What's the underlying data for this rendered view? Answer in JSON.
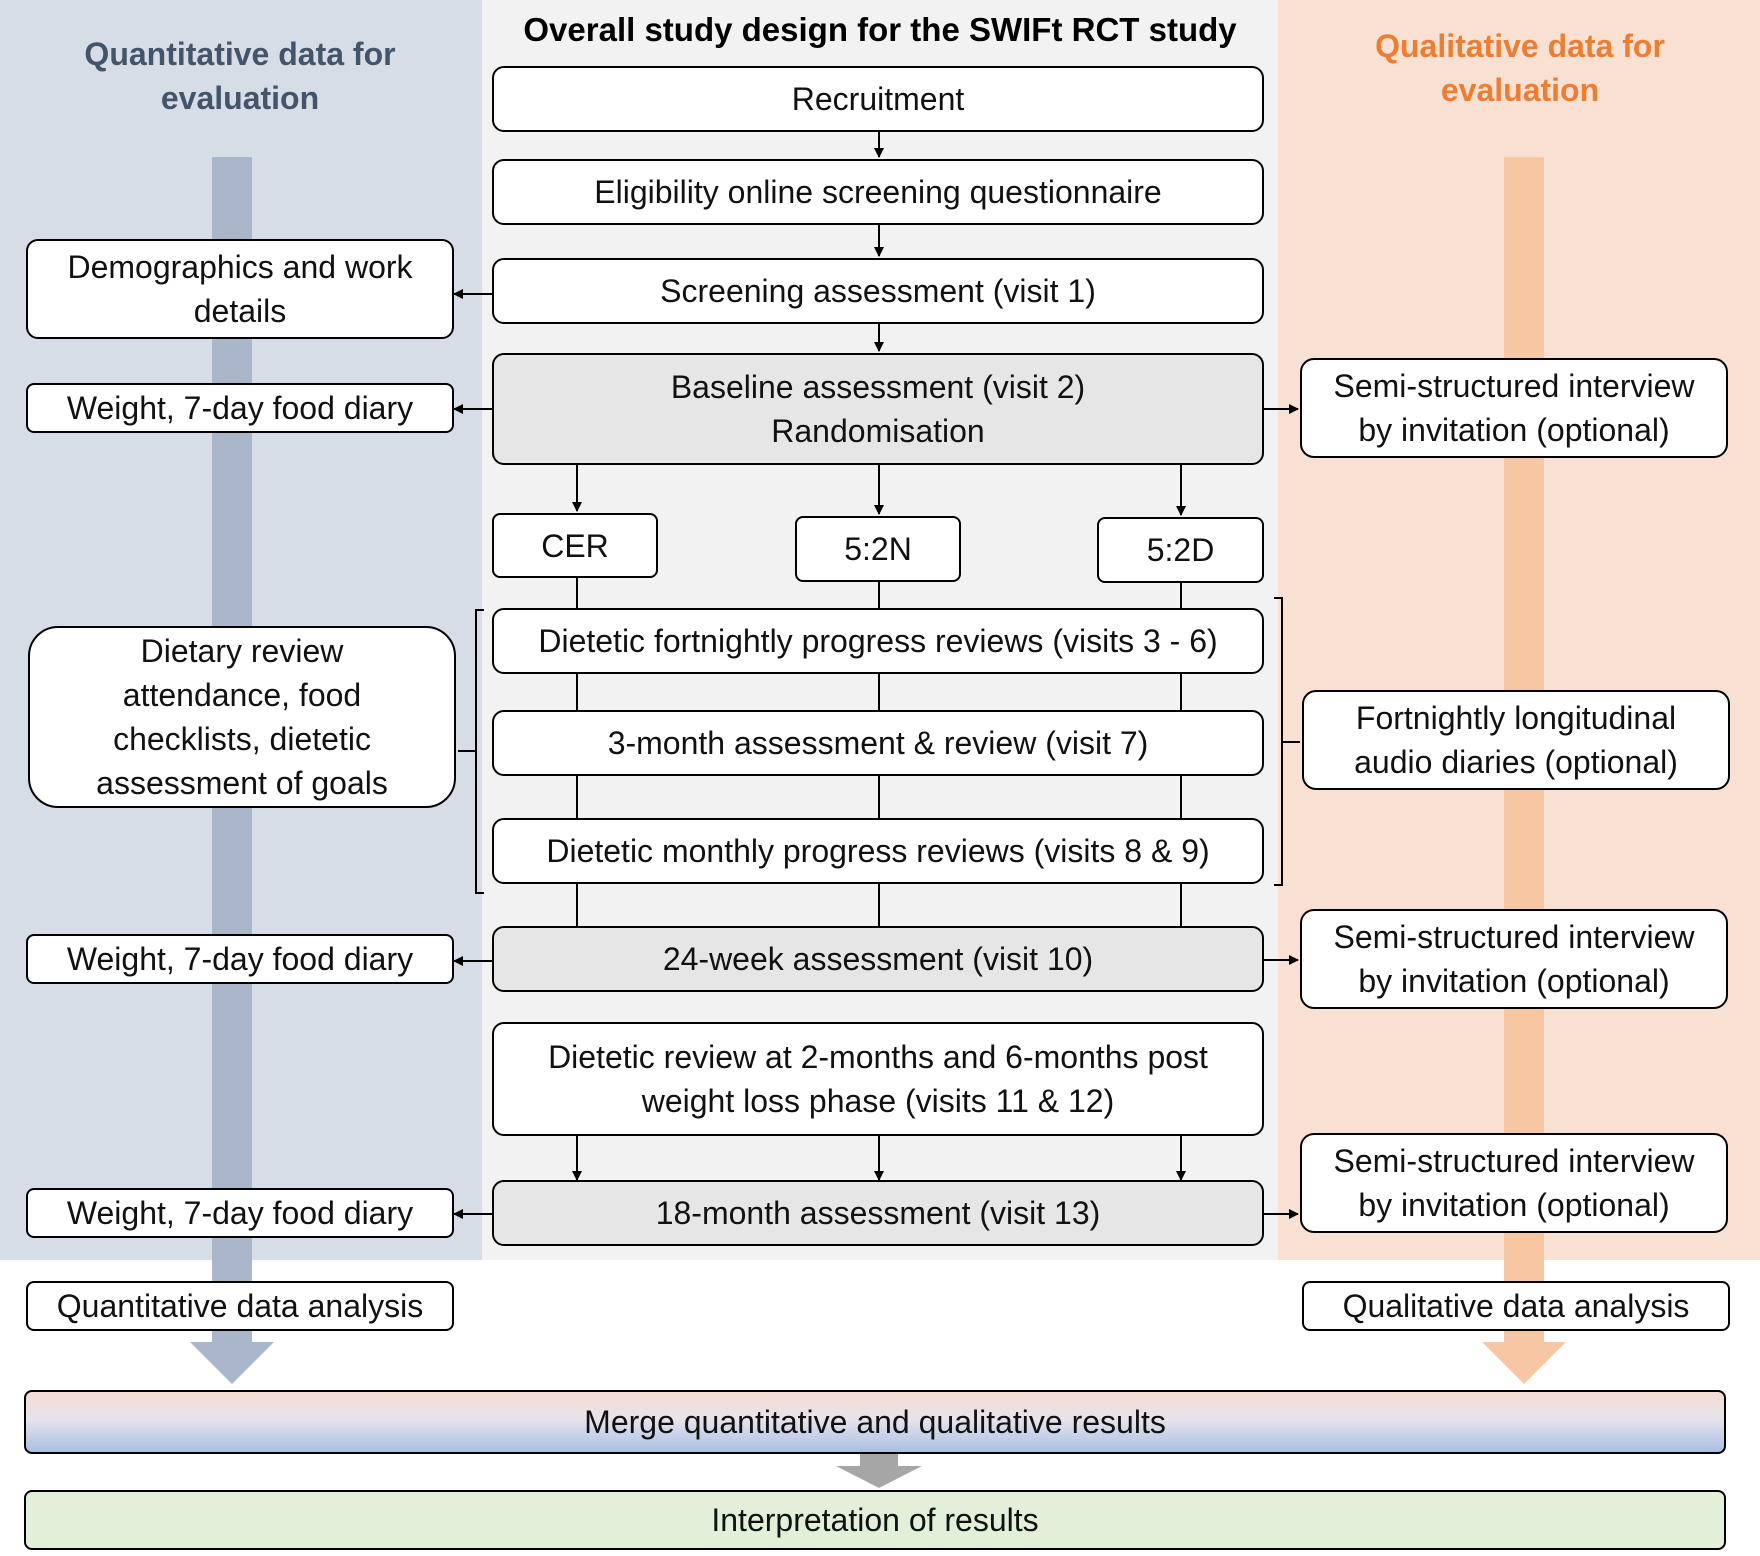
{
  "headings": {
    "left": "Quantitative data for evaluation",
    "center": "Overall study design for the SWIFt RCT study",
    "right": "Qualitative data for evaluation"
  },
  "center_boxes": {
    "recruitment": "Recruitment",
    "eligibility": "Eligibility online screening questionnaire",
    "screening": "Screening assessment (visit 1)",
    "baseline_1": "Baseline assessment (visit 2)",
    "baseline_2": "Randomisation",
    "arm_cer": "CER",
    "arm_52n": "5:2N",
    "arm_52d": "5:2D",
    "fortnightly_reviews": "Dietetic fortnightly progress reviews (visits 3 - 6)",
    "three_month": "3-month assessment & review (visit 7)",
    "monthly_reviews": "Dietetic monthly progress reviews (visits 8 & 9)",
    "week24": "24-week assessment (visit 10)",
    "post_review_1": "Dietetic review at 2-months and 6-months post",
    "post_review_2": "weight loss phase (visits 11 & 12)",
    "month18": "18-month assessment (visit 13)"
  },
  "left_boxes": {
    "demographics_1": "Demographics and work",
    "demographics_2": "details",
    "weight_baseline": "Weight, 7-day food diary",
    "dietary_review_1": "Dietary review",
    "dietary_review_2": "attendance, food",
    "dietary_review_3": "checklists, dietetic",
    "dietary_review_4": "assessment of goals",
    "weight_24w": "Weight, 7-day food diary",
    "weight_18m": "Weight, 7-day food diary",
    "quant_analysis": "Quantitative data analysis"
  },
  "right_boxes": {
    "interview_baseline_1": "Semi-structured interview",
    "interview_baseline_2": "by invitation (optional)",
    "audio_diaries_1": "Fortnightly longitudinal",
    "audio_diaries_2": "audio diaries (optional)",
    "interview_24w_1": "Semi-structured interview",
    "interview_24w_2": "by invitation (optional)",
    "interview_18m_1": "Semi-structured interview",
    "interview_18m_2": "by invitation (optional)",
    "qual_analysis": "Qualitative data analysis"
  },
  "bottom": {
    "merge": "Merge quantitative and qualitative results",
    "interpretation": "Interpretation of results"
  },
  "colors": {
    "left_panel": "#d6dde7",
    "left_arrow": "#aab6ca",
    "right_panel": "#f8e1d2",
    "right_arrow": "#f7c7a4",
    "center_panel": "#f2f2f2",
    "left_heading": "#44546a",
    "right_heading": "#ed7d31"
  }
}
